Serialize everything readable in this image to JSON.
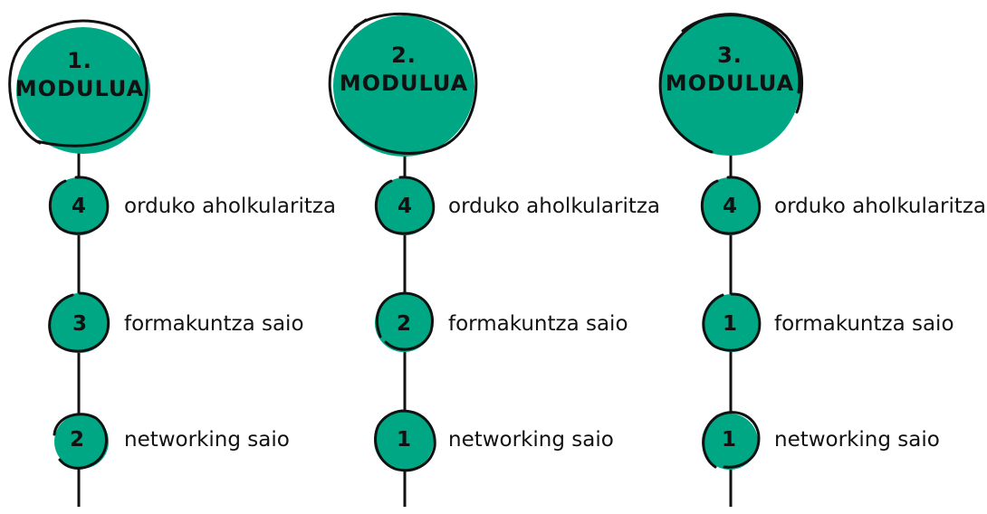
{
  "colors": {
    "fill": "#00a785",
    "stroke": "#111111"
  },
  "modules": [
    {
      "number": "1.",
      "title": "MODULUA",
      "items": [
        {
          "count": "4",
          "label": "orduko aholkularitza"
        },
        {
          "count": "3",
          "label": "formakuntza saio"
        },
        {
          "count": "2",
          "label": "networking saio"
        }
      ]
    },
    {
      "number": "2.",
      "title": "MODULUA",
      "items": [
        {
          "count": "4",
          "label": "orduko aholkularitza"
        },
        {
          "count": "2",
          "label": "formakuntza saio"
        },
        {
          "count": "1",
          "label": "networking saio"
        }
      ]
    },
    {
      "number": "3.",
      "title": "MODULUA",
      "items": [
        {
          "count": "4",
          "label": "orduko aholkularitza"
        },
        {
          "count": "1",
          "label": "formakuntza saio"
        },
        {
          "count": "1",
          "label": "networking saio"
        }
      ]
    }
  ]
}
